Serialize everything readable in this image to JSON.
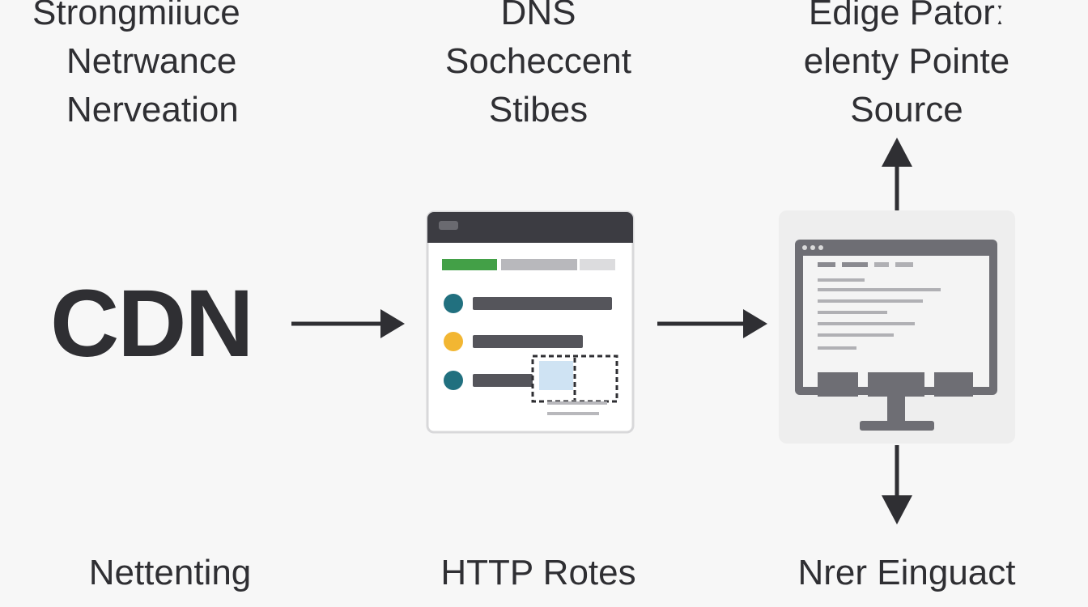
{
  "labels": {
    "top_left": [
      "Strongmiiuce",
      "Netrwance",
      "Nerveation"
    ],
    "top_mid": [
      "DNS",
      "Socheccent",
      "Stibes"
    ],
    "top_right": [
      "Edige Patorː",
      "elenty Pointe",
      "Source"
    ],
    "bottom_left": [
      "Nettenting"
    ],
    "bottom_mid": [
      "HTTP Rotes"
    ],
    "bottom_right": [
      "Nrer Einguact"
    ]
  },
  "cdn_label": "CDN",
  "colors": {
    "text": "#2f2f33",
    "arrow": "#2f2f33",
    "window_bar": "#3c3c42",
    "green_bar": "#43a047",
    "teal_dot": "#21707f",
    "yellow_dot": "#f2b632",
    "selection_fill": "#cfe3f3",
    "monitor_frame": "#6e6e74",
    "monitor_panel": "#eeeeee"
  },
  "icons": {
    "browser_window": "browser-window-icon",
    "monitor": "monitor-icon",
    "arrow_right": "arrow-right-icon",
    "arrow_up": "arrow-up-icon",
    "arrow_down": "arrow-down-icon"
  }
}
